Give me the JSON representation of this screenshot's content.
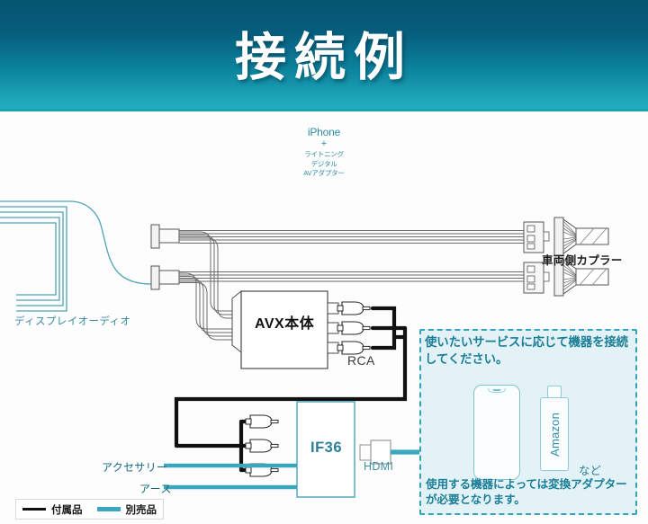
{
  "header": {
    "title": "接続例",
    "gradient_top": "#055570",
    "gradient_bottom": "#21aebe",
    "rule_color": "#1aa3b5"
  },
  "diagram": {
    "labels": {
      "display_audio": "ディスプレイオーディオ",
      "vehicle_coupler": "車両側カプラー",
      "avx_unit": "AVX本体",
      "rca": "RCA",
      "if36": "IF36",
      "hdmi": "HDMI",
      "accessory": "アクセサリー",
      "earth": "アース",
      "etcetera": "など"
    }
  },
  "service_panel": {
    "top_text": "使いたいサービスに応じて機器を接続してください。",
    "bottom_text": "使用する機器によっては変換アダプターが必要となります。",
    "background": "#e2f2f6",
    "border_color": "#36a3bc",
    "devices": {
      "phone": {
        "line1": "iPhone",
        "line2": "+",
        "line3": "ライトニング",
        "line4": "デジタル",
        "line5": "AVアダプター"
      },
      "stick": {
        "label": "Amazon"
      }
    }
  },
  "legend": {
    "items": [
      {
        "label": "付属品",
        "color": "#111111",
        "style": "solid-black"
      },
      {
        "label": "別売品",
        "color": "#3ba7bd",
        "style": "solid-teal"
      }
    ]
  },
  "colors": {
    "teal_accent": "#1aa3b5",
    "teal_text": "#2e8ca6",
    "teal_cable": "#3ba7bd",
    "black_cable": "#111111",
    "panel_bg": "#e2f2f6",
    "canvas_bg": "#fdfdfd"
  }
}
